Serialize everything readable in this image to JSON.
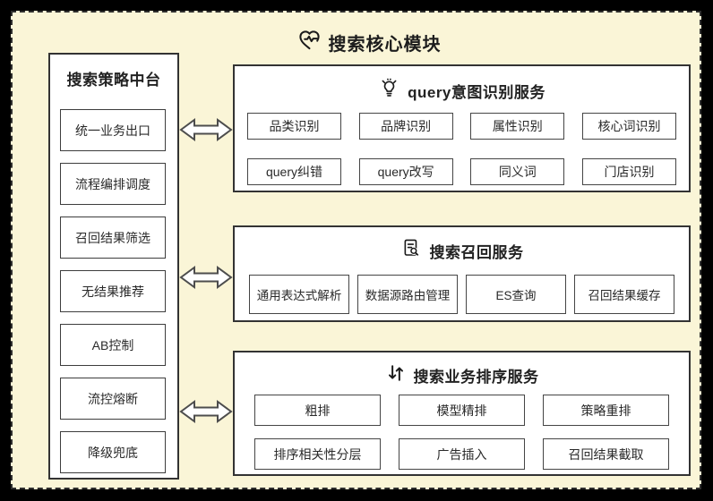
{
  "page": {
    "title": "搜索核心模块",
    "title_icon": "heart-pulse-icon"
  },
  "colors": {
    "canvas_background": "#FAF5D7",
    "frame": "#000000",
    "box_border": "#333333",
    "box_background": "#FFFFFF",
    "text": "#222222"
  },
  "sidebar": {
    "title": "搜索策略中台",
    "items": [
      "统一业务出口",
      "流程编排调度",
      "召回结果筛选",
      "无结果推荐",
      "AB控制",
      "流控熔断",
      "降级兜底"
    ]
  },
  "panels": [
    {
      "title": "query意图识别服务",
      "icon": "lightbulb-icon",
      "items": [
        "品类识别",
        "品牌识别",
        "属性识别",
        "核心词识别",
        "query纠错",
        "query改写",
        "同义词",
        "门店识别"
      ]
    },
    {
      "title": "搜索召回服务",
      "icon": "file-search-icon",
      "items": [
        "通用表达式解析",
        "数据源路由管理",
        "ES查询",
        "召回结果缓存"
      ]
    },
    {
      "title": "搜索业务排序服务",
      "icon": "sort-arrows-icon",
      "items": [
        "粗排",
        "模型精排",
        "策略重排",
        "排序相关性分层",
        "广告插入",
        "召回结果截取"
      ]
    }
  ],
  "connectors": {
    "type": "bidirectional-arrow",
    "count": 3
  }
}
